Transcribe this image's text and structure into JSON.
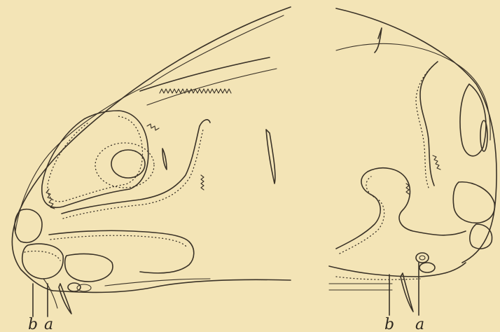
{
  "figure": {
    "background": "#f3e4b6",
    "ink": "#3a3227",
    "left_panel": {
      "labels": {
        "b": "b",
        "a": "a"
      }
    },
    "right_panel": {
      "labels": {
        "b": "b",
        "a": "a"
      }
    }
  }
}
